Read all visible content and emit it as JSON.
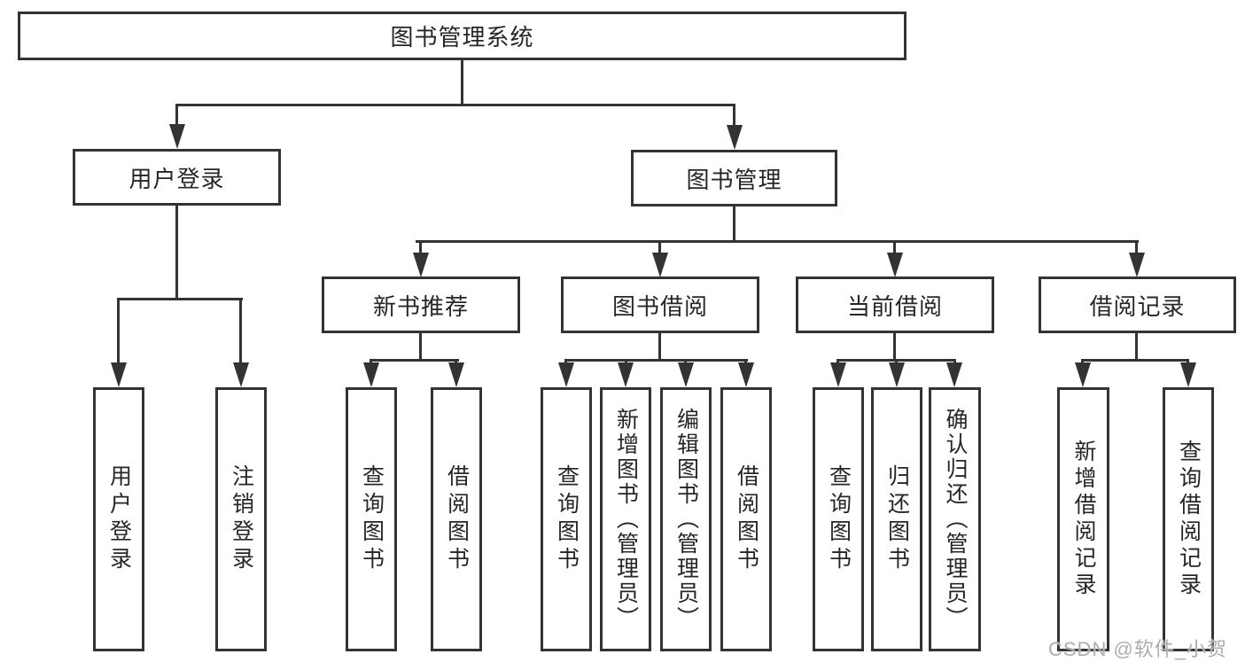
{
  "tree": {
    "label": "图书管理系统",
    "children": [
      {
        "label": "用户登录",
        "children": [
          {
            "label": "用户登录"
          },
          {
            "label": "注销登录"
          }
        ]
      },
      {
        "label": "图书管理",
        "children": [
          {
            "label": "新书推荐",
            "children": [
              {
                "label": "查询图书"
              },
              {
                "label": "借阅图书"
              }
            ]
          },
          {
            "label": "图书借阅",
            "children": [
              {
                "label": "查询图书"
              },
              {
                "label": "新增图书（管理员）"
              },
              {
                "label": "编辑图书（管理员）"
              },
              {
                "label": "借阅图书"
              }
            ]
          },
          {
            "label": "当前借阅",
            "children": [
              {
                "label": "查询图书"
              },
              {
                "label": "归还图书"
              },
              {
                "label": "确认归还（管理员）"
              }
            ]
          },
          {
            "label": "借阅记录",
            "children": [
              {
                "label": "新增借阅记录"
              },
              {
                "label": "查询借阅记录"
              }
            ]
          }
        ]
      }
    ]
  },
  "watermark": {
    "text": "CSDN @软件_小贺同学"
  },
  "colors": {
    "line": "#333333",
    "text": "#262626",
    "background": "#ffffff",
    "watermark": "#adadad"
  }
}
